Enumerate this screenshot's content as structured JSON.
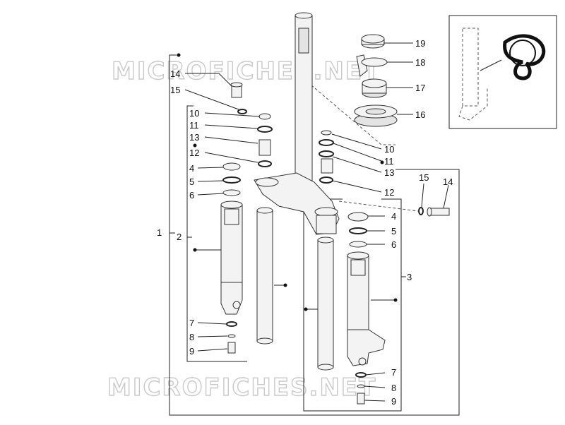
{
  "watermark": "MICROFICHES.NET",
  "labels": {
    "l1": "1",
    "l2": "2",
    "l3": "3",
    "l4a": "4",
    "l5a": "5",
    "l6a": "6",
    "l7a": "7",
    "l8a": "8",
    "l9a": "9",
    "l10a": "10",
    "l11a": "11",
    "l12a": "12",
    "l13a": "13",
    "l14a": "14",
    "l15a": "15",
    "l16": "16",
    "l17": "17",
    "l18": "18",
    "l19": "19",
    "l10b": "10",
    "l11b": "11",
    "l12b": "12",
    "l13b": "13",
    "l14b": "14",
    "l15b": "15",
    "l4b": "4",
    "l5b": "5",
    "l6b": "6",
    "l7b": "7",
    "l8b": "8",
    "l9b": "9"
  }
}
